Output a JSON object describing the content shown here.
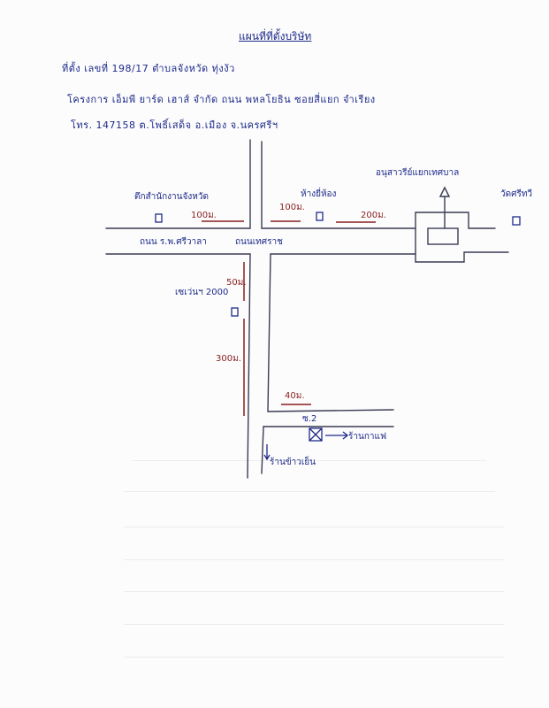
{
  "title": "แผนที่ที่ตั้งบริษัท",
  "address": {
    "line1": "ที่ตั้ง เลขที่ 198/17 ตำบลจังหวัด ทุ่งงัว",
    "line2": "โครงการ เอ็มพี ยาร์ด เฮาส์ จำกัด ถนน พหลโยธิน ซอยสี่แยก จำเรียง",
    "line3": "โทร. 147158 ต.โพธิ์เสด็จ อ.เมือง จ.นครศรีฯ"
  },
  "places": {
    "state_office": "ตึกสำนักงานจังหวัด",
    "monument": "อนุสาวรีย์แยกเทศบาล",
    "temple": "วัดศรีทวี",
    "shop": "ห้างยี่ห้อง",
    "building": "เซเว่นฯ 2000",
    "market": "ร้านกาแฟ",
    "restaurant": "ร้านข้าวเย็น"
  },
  "roads": {
    "main": "ถนน ร.พ.ศรีวาลา",
    "cross": "ถนนเทศราช",
    "alley": "ซ.2"
  },
  "distances": {
    "d1": "100ม.",
    "d2": "100ม.",
    "d3": "200ม.",
    "d4": "50ม.",
    "d5": "300ม.",
    "d6": "40ม."
  },
  "colors": {
    "ink": "#1d2a8a",
    "red_ink": "#8a1f1f",
    "pencil": "#3a3d55"
  }
}
